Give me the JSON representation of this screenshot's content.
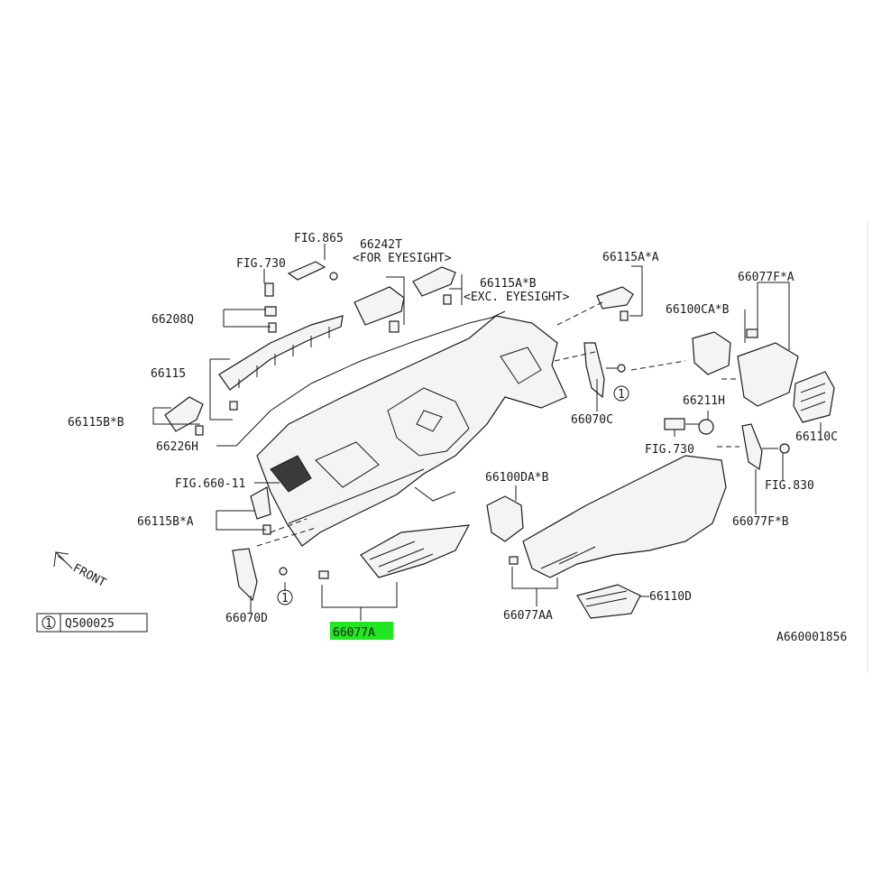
{
  "labels": {
    "fig865": "FIG.865",
    "p66242T": "66242T",
    "for_eyesight": "<FOR EYESIGHT>",
    "fig730_top": "FIG.730",
    "p66115AxB": "66115A*B",
    "exc_eyesight": "<EXC. EYESIGHT>",
    "p66115AxA": "66115A*A",
    "p66208Q": "66208Q",
    "p66077FxA": "66077F*A",
    "p66100CAxB": "66100CA*B",
    "p66115": "66115",
    "p66115BxB": "66115B*B",
    "p66070C": "66070C",
    "p66211H": "66211H",
    "p66226H": "66226H",
    "fig730_right": "FIG.730",
    "p66110C": "66110C",
    "fig660_11": "FIG.660-11",
    "p66100DAxB": "66100DA*B",
    "fig830": "FIG.830",
    "p66115BxA": "66115B*A",
    "p66077FxB": "66077F*B",
    "front": "FRONT",
    "p66070D": "66070D",
    "p66110D": "66110D",
    "p66077AA": "66077AA",
    "legend_num": "1",
    "legend_part": "Q500025",
    "callout_1": "1",
    "callout_2": "1",
    "highlight_part": "66077A",
    "diagram_code": "A660001856"
  },
  "colors": {
    "highlight": "#22e622",
    "line": "#1a1a1a"
  }
}
